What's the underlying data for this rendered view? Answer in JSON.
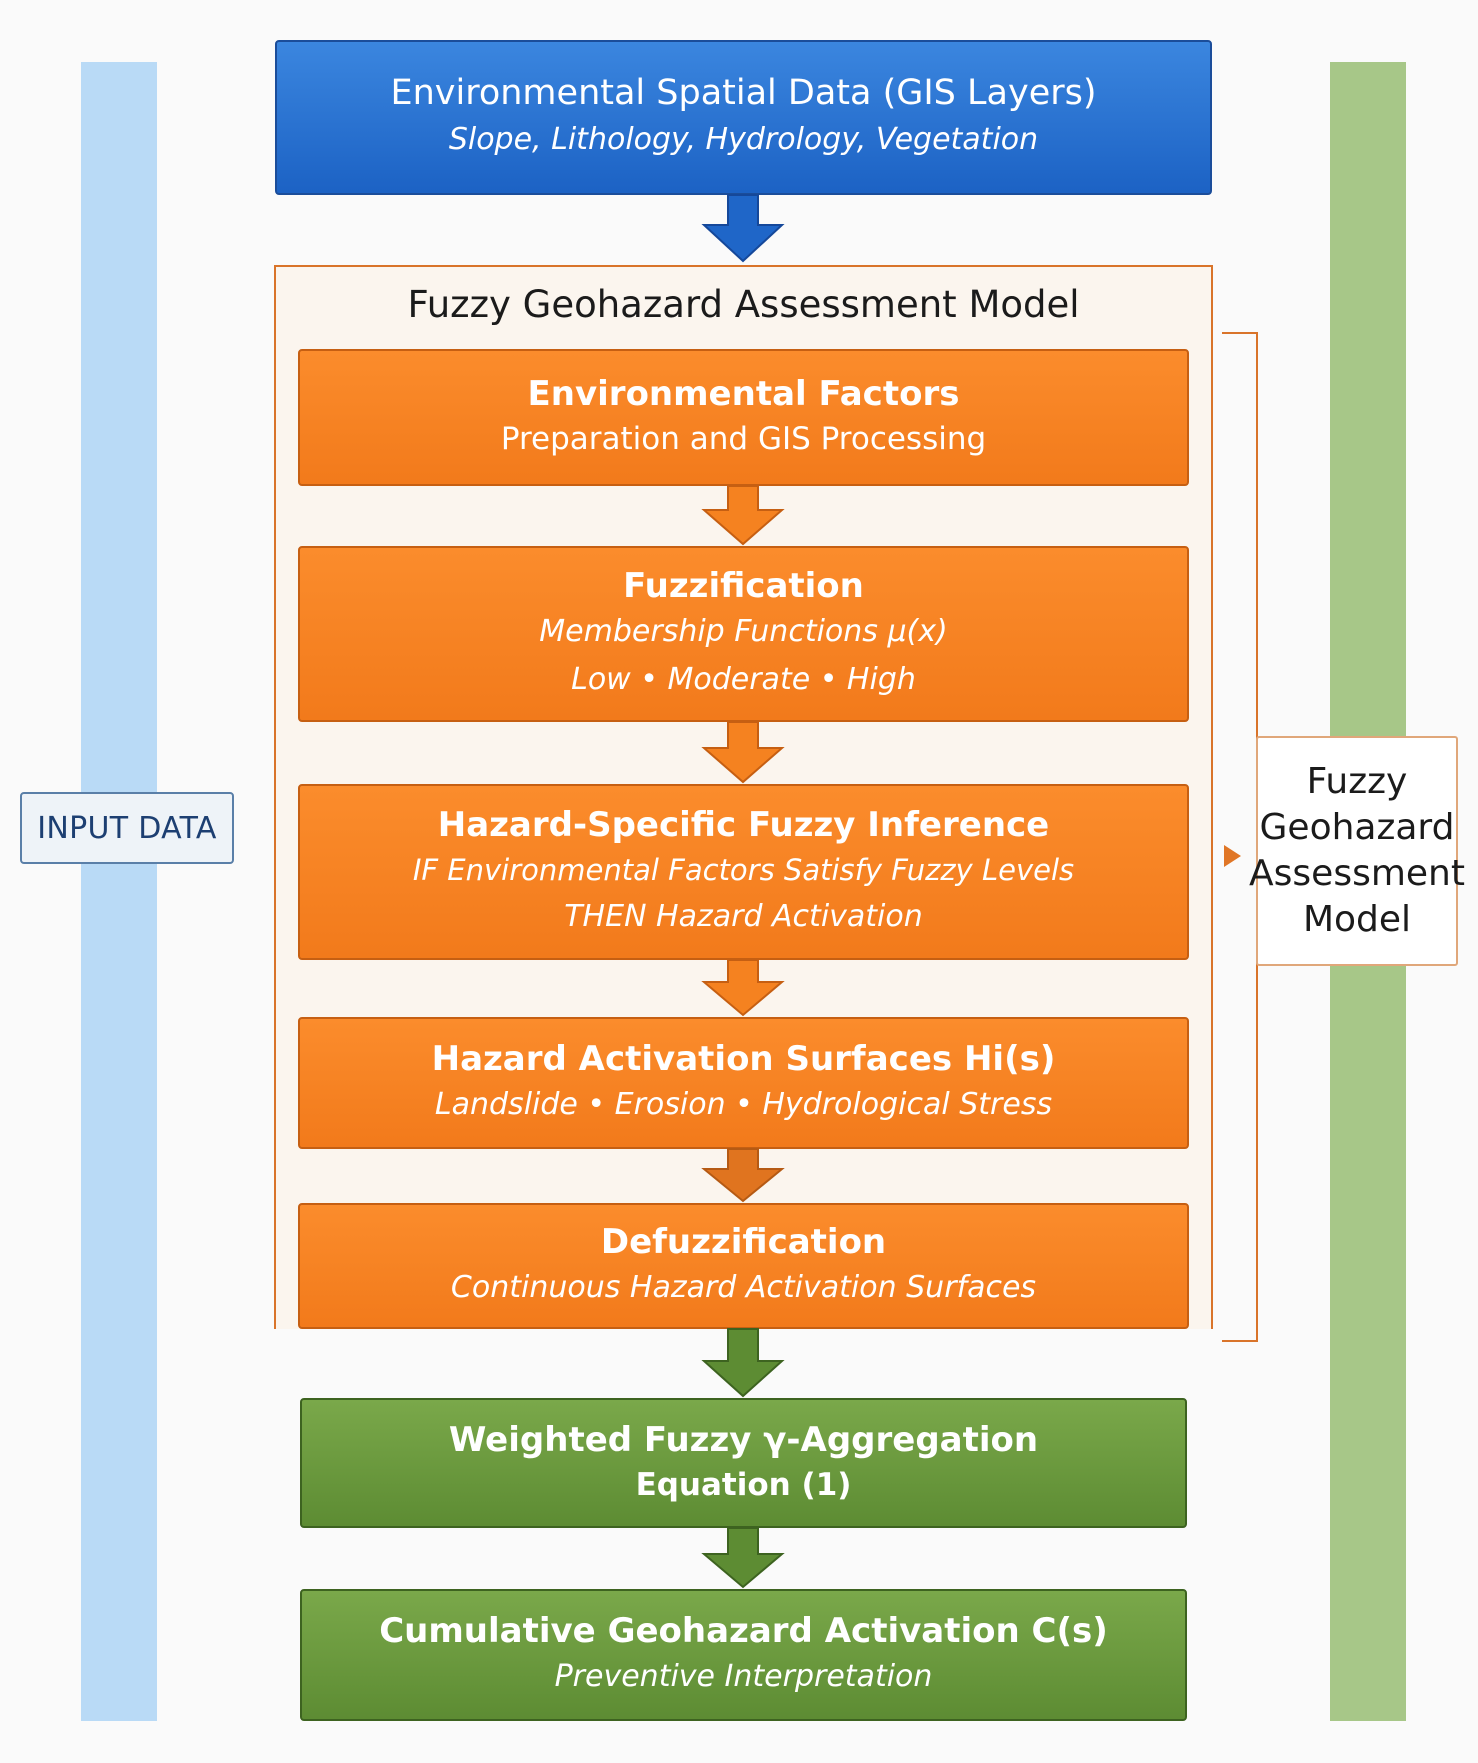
{
  "side_labels": {
    "left": "INPUT DATA",
    "right": [
      "Fuzzy",
      "Geohazard",
      "Assessment",
      "Model"
    ]
  },
  "input_box": {
    "title": "Environmental Spatial Data (GIS Layers)",
    "subtitle": "Slope, Lithology, Hydrology, Vegetation"
  },
  "model": {
    "title": "Fuzzy Geohazard Assessment Model",
    "steps": [
      {
        "title": "Environmental Factors",
        "lines": [
          "Preparation and GIS Processing"
        ]
      },
      {
        "title": "Fuzzification",
        "lines": [
          "Membership Functions  μ(x)",
          "Low • Moderate • High"
        ]
      },
      {
        "title": "Hazard-Specific Fuzzy Inference",
        "lines": [
          "IF Environmental Factors Satisfy Fuzzy Levels",
          "THEN Hazard Activation"
        ]
      },
      {
        "title": "Hazard Activation Surfaces  Hi(s)",
        "lines": [
          "Landslide • Erosion • Hydrological Stress"
        ]
      },
      {
        "title": "Defuzzification",
        "lines": [
          "Continuous Hazard Activation Surfaces"
        ]
      }
    ]
  },
  "output": [
    {
      "title": "Weighted Fuzzy γ-Aggregation",
      "line": "Equation (1)"
    },
    {
      "title": "Cumulative Geohazard Activation  C(s)",
      "line": "Preventive Interpretation"
    }
  ],
  "colors": {
    "blue": "#1f66c8",
    "orange": "#f58220",
    "green": "#66953a",
    "left_bar": "#b9daf6",
    "right_bar": "#a7c788"
  }
}
